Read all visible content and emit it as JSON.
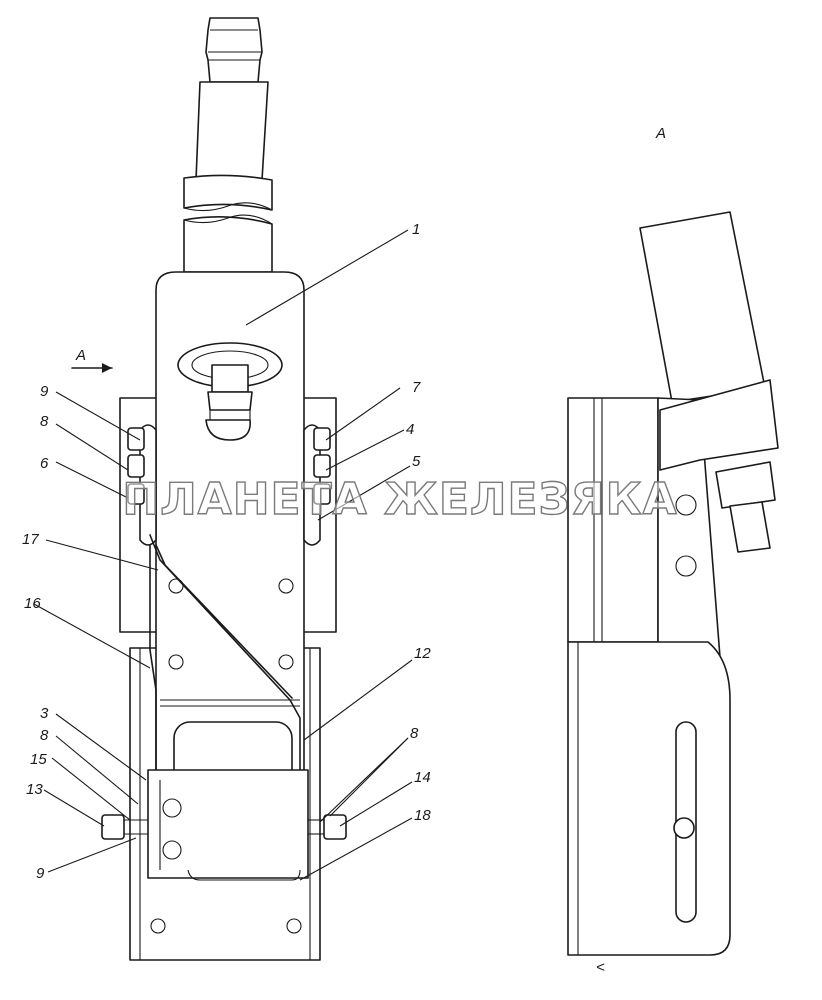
{
  "view_label": "A",
  "arrow_label": "A",
  "watermark": "ПЛАНЕТА ЖЕЛЕЗЯКА",
  "bottom_mark": "<",
  "callouts": [
    {
      "id": "c1",
      "text": "1"
    },
    {
      "id": "c7",
      "text": "7"
    },
    {
      "id": "c4",
      "text": "4"
    },
    {
      "id": "c5",
      "text": "5"
    },
    {
      "id": "c9a",
      "text": "9"
    },
    {
      "id": "c8a",
      "text": "8"
    },
    {
      "id": "c6",
      "text": "6"
    },
    {
      "id": "c17",
      "text": "17"
    },
    {
      "id": "c16",
      "text": "16"
    },
    {
      "id": "c12",
      "text": "12"
    },
    {
      "id": "c3",
      "text": "3"
    },
    {
      "id": "c8b",
      "text": "8"
    },
    {
      "id": "c15",
      "text": "15"
    },
    {
      "id": "c13",
      "text": "13"
    },
    {
      "id": "c9b",
      "text": "9"
    },
    {
      "id": "c8c",
      "text": "8"
    },
    {
      "id": "c14",
      "text": "14"
    },
    {
      "id": "c18",
      "text": "18"
    }
  ]
}
